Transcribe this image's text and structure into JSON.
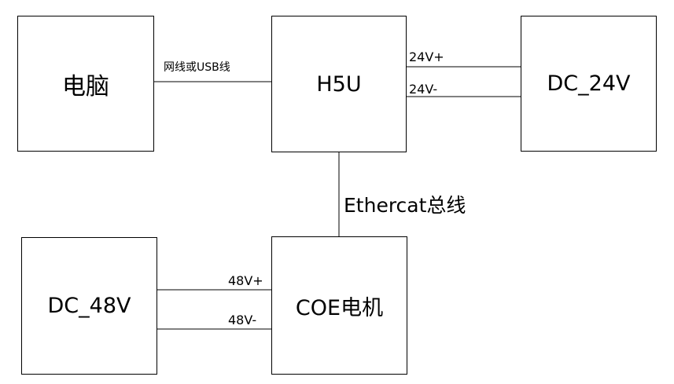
{
  "nodes": {
    "computer": "电脑",
    "h5u": "H5U",
    "dc24": "DC_24V",
    "dc48": "DC_48V",
    "coe": "COE电机"
  },
  "links": {
    "pc_h5u": "网线或USB线",
    "v24_plus": "24V+",
    "v24_minus": "24V-",
    "ethercat": "Ethercat总线",
    "v48_plus": "48V+",
    "v48_minus": "48V-"
  },
  "colors": {
    "line": "#000000",
    "background": "#ffffff"
  }
}
